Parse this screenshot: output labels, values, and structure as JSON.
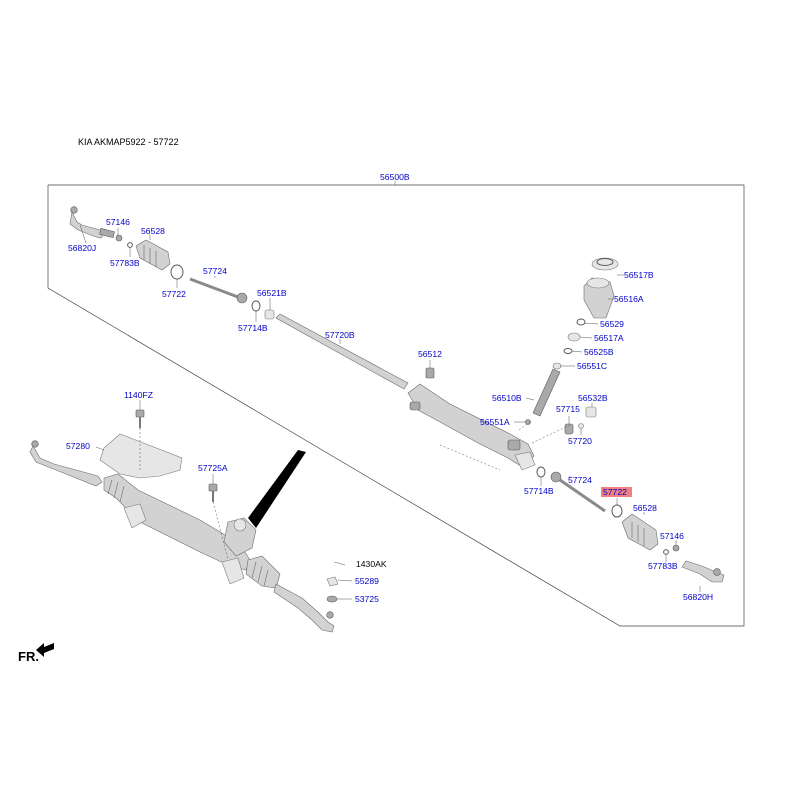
{
  "header": {
    "title": "KIA AKMAP5922 - 57722"
  },
  "labels": {
    "assembly": "56500B",
    "tie_rod_end_left": "56820J",
    "tie_rod_end_right": "56820H",
    "nut_left": "57146",
    "nut_right": "57146",
    "clip_left": "57783B",
    "clip_right": "57783B",
    "boot_left": "56528",
    "boot_right": "56528",
    "band_left": "57722",
    "band_right_highlighted": "57722",
    "inner_rod_left": "57724",
    "inner_rod_right": "57724",
    "clip_band_left": "57714B",
    "clip_band_right": "57714B",
    "bushing_left": "56521B",
    "rack": "57720B",
    "plug": "56512",
    "housing": "56510B",
    "seal_cap": "56517B",
    "cover": "56516A",
    "o_ring_a": "56529",
    "seal_a": "56517A",
    "washer_b": "56525B",
    "pinion": "56551C",
    "yoke": "56532B",
    "bearing": "57715",
    "gasket": "57720",
    "pinion_a": "56551A",
    "heat_protector": "57280",
    "bolt_top": "1140FZ",
    "bolt_mid": "57725A",
    "bolt_1430": "1430AK",
    "nut_55289": "55289",
    "washer_53725": "53725"
  },
  "front_marker": {
    "text": "FR."
  },
  "colors": {
    "label_blue": "#0000c8",
    "highlight_bg": "#f08080",
    "part_fill": "#d2d2d2",
    "part_stroke": "#6d6d6d"
  }
}
